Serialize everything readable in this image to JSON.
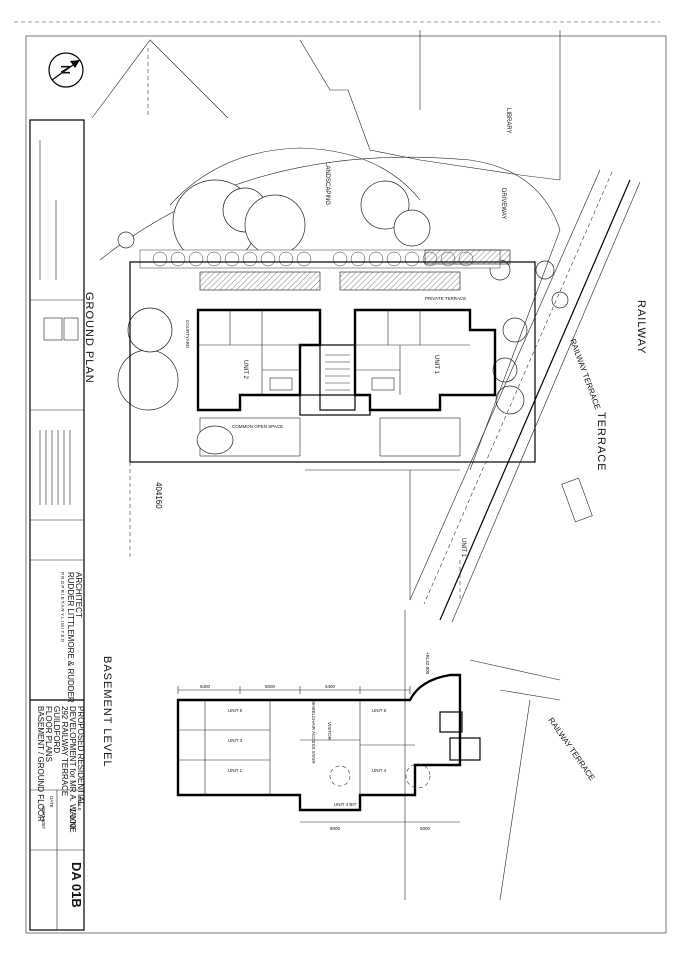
{
  "drawing": {
    "north_arrow": "N",
    "plans": {
      "ground_plan_title": "GROUND PLAN",
      "basement_level_title": "BASEMENT LEVEL"
    },
    "site_labels": {
      "railway": "RAILWAY",
      "railway_terrace_top": "RAILWAY TERRACE",
      "terrace": "TERRACE",
      "railway_terrace_lower": "RAILWAY TERRACE",
      "library": "LIBRARY",
      "driveway": "DRIVEWAY",
      "landscaping": "LANDSCAPING",
      "private_terrace": "PRIVATE TERRACE",
      "common_open_space": "COMMON OPEN SPACE",
      "courtyard": "COURTYARD",
      "lot_number": "404160",
      "unit_1_label": "UNIT 1",
      "unit_2_label": "UNIT 2",
      "unit_1_side": "UNIT 1"
    },
    "basement_labels": {
      "unit_5": "UNIT 5",
      "unit_6": "UNIT 6",
      "unit_3": "UNIT 3",
      "unit_1": "UNIT 1",
      "unit_4": "UNIT 4",
      "visitor": "VISITOR",
      "unit_4_bay": "UNIT 4 BIT",
      "wheelchair": "WHEELCHAIR ACCESS STAIR",
      "dim_1": "6400",
      "dim_2": "5000",
      "dim_3": "6400",
      "dim_4": "8000",
      "dim_5": "5000",
      "rl": "+RL32.800"
    }
  },
  "title_block": {
    "architect_heading": "ARCHITECT",
    "firm_name": "RUDDER LITTLEMORE & RUDDER",
    "firm_line2": "P R O P R I E T A R Y   L I M I T E D",
    "project_heading": "PROPOSED RESIDENTIAL",
    "project_line1": "DEVELOPMENT for MR A. WAYNE",
    "project_line2": "292 RAILWAY TERRACE",
    "project_line3": "GUILDFORD",
    "sheet_title_1": "FLOOR PLANS",
    "sheet_title_2": "BASEMENT / GROUND FLOOR",
    "scale_label": "SCALE",
    "scale": "1:100",
    "date_label": "DATE",
    "date": "SEPT 2007",
    "drawing_no": "DA 01B"
  }
}
